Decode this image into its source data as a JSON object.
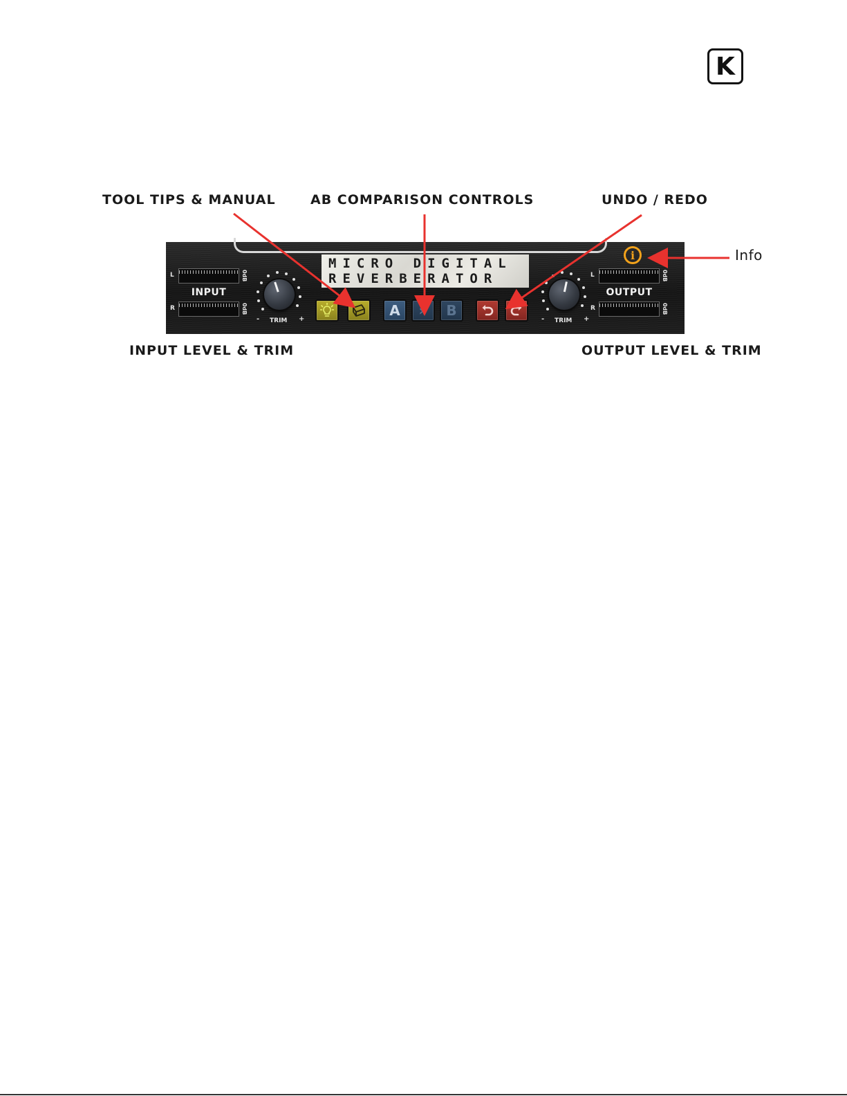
{
  "logo": {
    "letter": "K"
  },
  "callouts": {
    "tool_tips": "TOOL TIPS & MANUAL",
    "ab_comparison": "AB COMPARISON CONTROLS",
    "undo_redo": "UNDO / REDO",
    "info": "Info",
    "input_level": "INPUT LEVEL & TRIM",
    "output_level": "OUTPUT LEVEL & TRIM"
  },
  "plugin": {
    "title_line1": "MICRO DIGITAL",
    "title_line2": "REVERBERATOR",
    "input": {
      "label": "INPUT",
      "ch_left": "L",
      "ch_right": "R",
      "db": "0dB",
      "trim": "TRIM",
      "minus": "-",
      "plus": "+"
    },
    "output": {
      "label": "OUTPUT",
      "ch_left": "L",
      "ch_right": "R",
      "db": "0dB",
      "trim": "TRIM",
      "minus": "-",
      "plus": "+"
    },
    "buttons": {
      "a": "A",
      "copy": "»",
      "b": "B"
    },
    "icons": {
      "tooltips": "lightbulb-icon",
      "manual": "book-icon",
      "undo": "undo-icon",
      "redo": "redo-icon",
      "info": "info-icon"
    },
    "colors": {
      "yellow": "#b9ae2c",
      "blue": "#3d5d80",
      "red": "#b13a31",
      "info": "#f2a21b",
      "arrow": "#e8322e"
    }
  }
}
